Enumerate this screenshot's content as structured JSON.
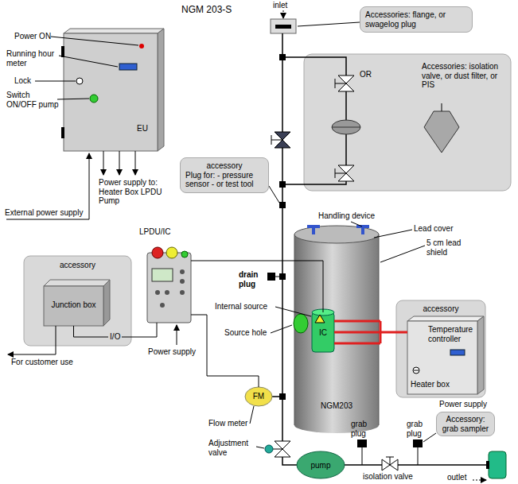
{
  "diagram": {
    "title": "NGM 203-S",
    "nodes": [
      {
        "text": [
          "Accessories: flange, or swagelog plug"
        ]
      },
      {
        "text": [
          "EU"
        ]
      },
      {
        "text": [
          "OR",
          "Accessories: isolation valve, or dust filter, or PIS"
        ]
      },
      {
        "text": [
          "accessory",
          "Plug for: - pressure sensor - or test tool"
        ]
      },
      {
        "text": [
          "LPDU/IC"
        ]
      },
      {
        "text": [
          "accessory"
        ]
      },
      {
        "text": [
          "Junction box"
        ],
        "in": 5
      },
      {
        "text": [
          "NGM203"
        ]
      },
      {
        "text": [
          "IC"
        ],
        "in": 7
      },
      {
        "text": [
          "accessory"
        ]
      },
      {
        "text": [
          "Heater box"
        ],
        "in": 9
      },
      {
        "text": [
          "FM"
        ]
      },
      {
        "text": [
          "Accessory: grab sampler"
        ]
      },
      {
        "text": [
          "pump"
        ]
      }
    ],
    "edges": [
      {
        "from": 4,
        "to": 6,
        "arrow": "none",
        "label": "I/O"
      },
      {
        "from": 4,
        "to": 8,
        "arrow": "none"
      },
      {
        "from": 4,
        "to": 11,
        "arrow": "none"
      },
      {
        "from": 8,
        "to": 10,
        "arrow": "none"
      }
    ],
    "labels": [
      "inlet",
      "Power ON",
      "Running hour meter",
      "Lock",
      "Switch ON/OFF pump",
      "Power supply to: Heater Box LPDU Pump",
      "External power supply",
      "For customer use",
      "Power supply",
      "Handling device",
      "Lead cover",
      "5 cm lead shield",
      "drain plug",
      "Internal source",
      "Source hole",
      "Temperature controller",
      "Power supply",
      "Flow meter",
      "Adjustment valve",
      "grab plug",
      "grab plug",
      "isolation valve",
      "outlet"
    ]
  }
}
